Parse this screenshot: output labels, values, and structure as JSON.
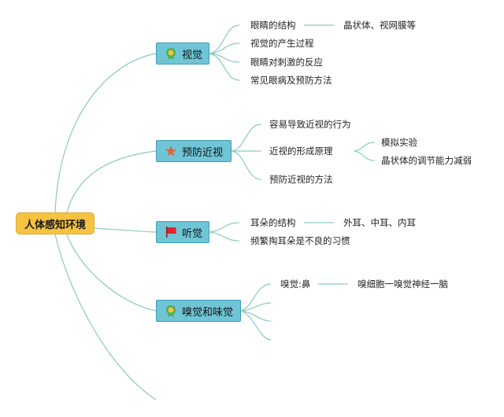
{
  "root": {
    "label": "人体感知环境"
  },
  "topics": {
    "vision": {
      "label": "视觉",
      "icon": "award-badge-icon",
      "children": [
        "眼睛的结构",
        "视觉的产生过程",
        "眼睛对刺激的反应",
        "常见眼病及预防方法"
      ],
      "detail": "晶状体、视网膜等"
    },
    "myopia": {
      "label": "预防近视",
      "icon": "star-icon",
      "children": [
        "容易导致近视的行为",
        "近视的形成原理",
        "预防近视的方法"
      ],
      "sub": [
        "模拟实验",
        "晶状体的调节能力减弱"
      ]
    },
    "hearing": {
      "label": "听觉",
      "icon": "red-flag-icon",
      "children": [
        "耳朵的结构",
        "频繁掏耳朵是不良的习惯"
      ],
      "detail": "外耳、中耳、内耳"
    },
    "smell": {
      "label": "嗅觉和味觉",
      "icon": "award-badge-icon",
      "children": [
        "嗅觉:鼻"
      ],
      "detail": "嗅细胞一嗅觉神经一脑"
    }
  },
  "colors": {
    "root_fill": "#f6c242",
    "topic_fill": "#6fc5d6",
    "connector": "#8cc9c2"
  }
}
